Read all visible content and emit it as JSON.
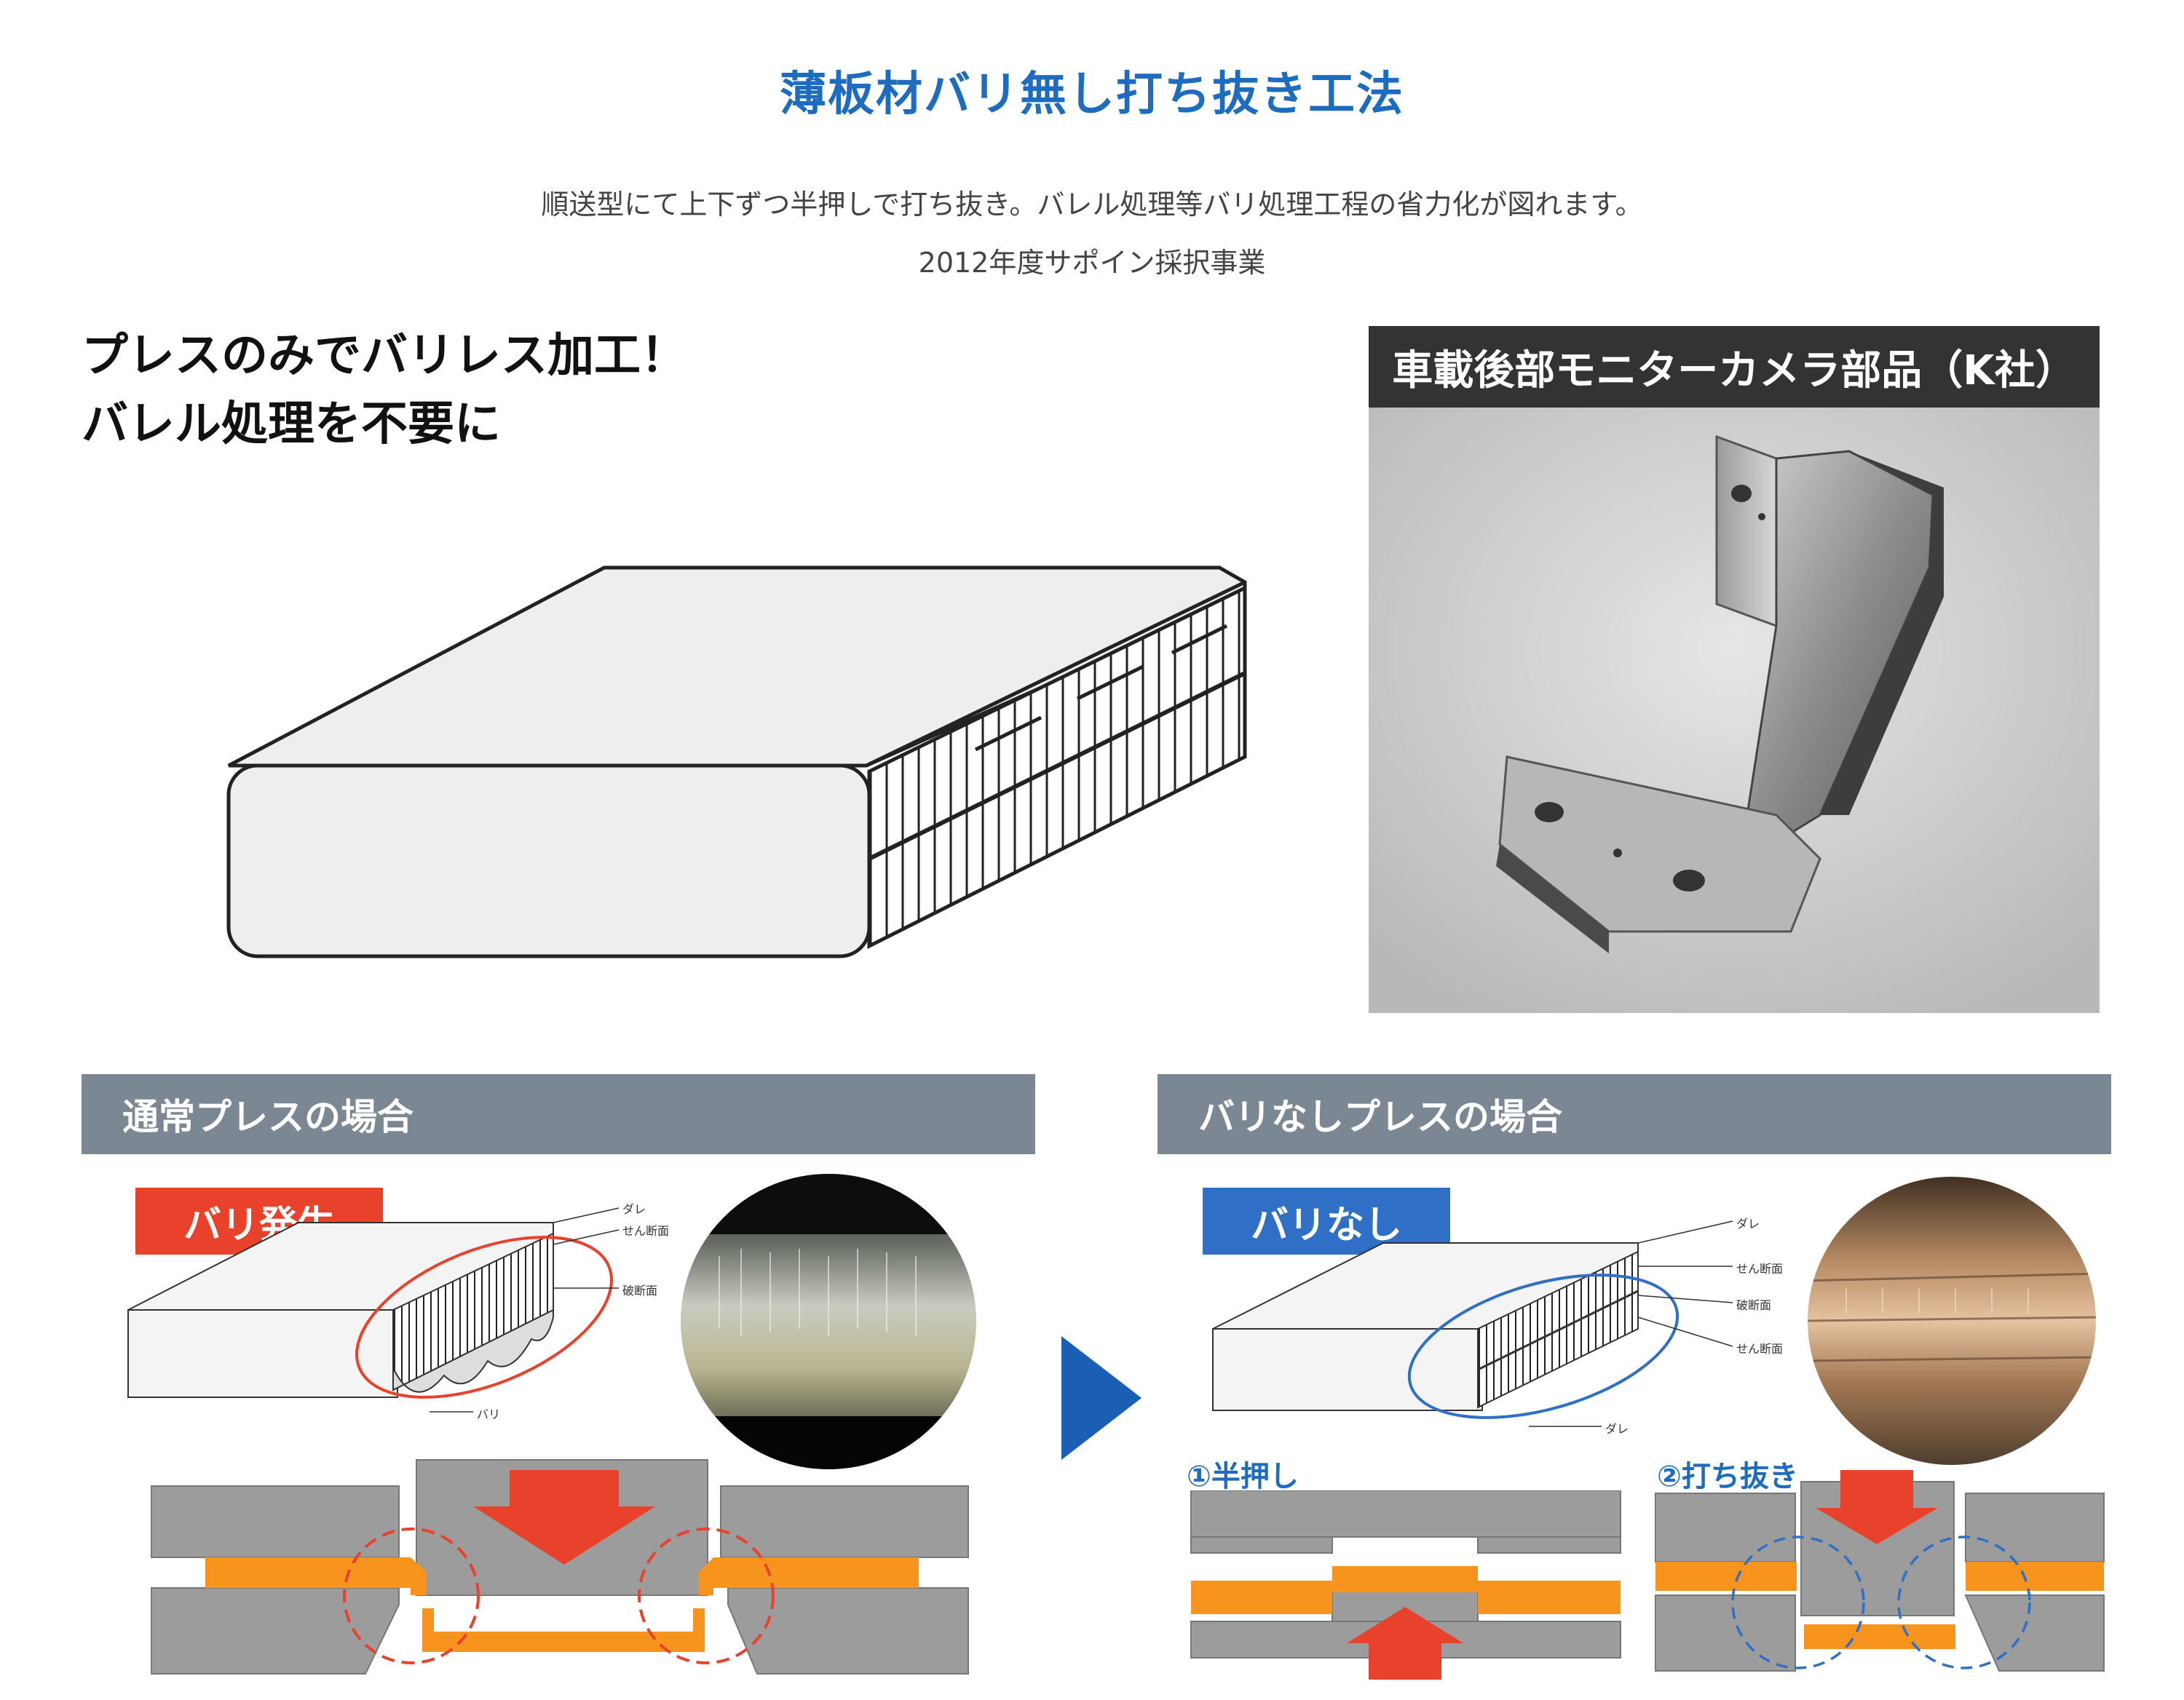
{
  "header": {
    "title": "薄板材バリ無し打ち抜き工法",
    "description": "順送型にて上下ずつ半押しで打ち抜き。バレル処理等バリ処理工程の省力化が図れます。",
    "subsidy": "2012年度サポイン採択事業"
  },
  "hero": {
    "headline_line1": "プレスのみでバリレス加工！",
    "headline_line2": "バレル処理を不要に",
    "photo_caption": "車載後部モニターカメラ部品（K社）"
  },
  "comparison": {
    "normal": {
      "heading": "通常プレスの場合",
      "callout": "バリ発生",
      "labels": [
        "ダレ",
        "せん断面",
        "破断面",
        "バリ"
      ]
    },
    "burrless": {
      "heading": "バリなしプレスの場合",
      "callout": "バリなし",
      "labels": [
        "ダレ",
        "せん断面",
        "破断面",
        "せん断面",
        "ダレ"
      ],
      "step1": "①半押し",
      "step2": "②打ち抜き"
    }
  },
  "colors": {
    "title_blue": "#1e6cc0",
    "callout_red": "#e8412c",
    "callout_blue": "#2f6fc6",
    "material_orange": "#f7941d",
    "die_gray": "#9a9a9a",
    "section_gray": "#7c8794"
  }
}
